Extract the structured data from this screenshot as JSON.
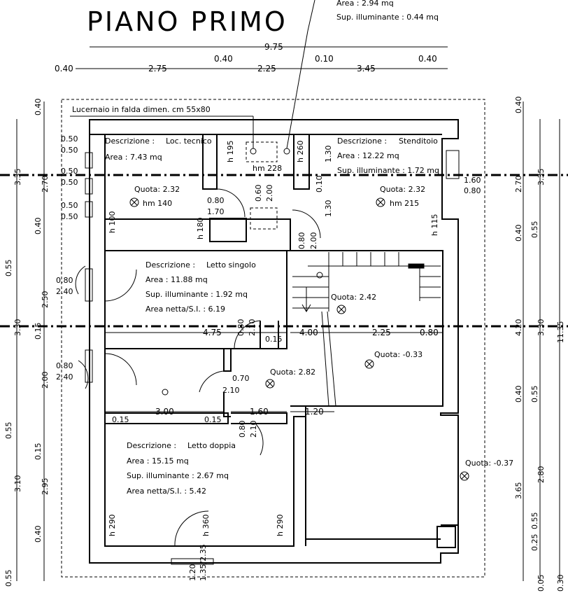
{
  "title": "PIANO PRIMO",
  "top_note": {
    "area": "Area : 2.94 mq",
    "sup": "Sup. illuminante : 0.44 mq"
  },
  "skylight_note": "Lucernaio in falda dimen. cm 55x80",
  "top_dims": {
    "overall": "9.75",
    "d1": "0.40",
    "d2": "2.75",
    "d3": "0.40",
    "d4": "2.25",
    "d5": "0.10",
    "d6": "3.45",
    "d7": "0.40"
  },
  "rooms": {
    "tecnico": {
      "desc_label": "Descrizione :",
      "desc_value": "Loc. tecnico",
      "area": "Area : 7.43 mq",
      "quota": "Quota: 2.32",
      "hm": "hm 140"
    },
    "stenditoio": {
      "desc_label": "Descrizione :",
      "desc_value": "Stenditoio",
      "area": "Area : 12.22 mq",
      "sup": "Sup. illuminante : 1.72 mq",
      "quota": "Quota: 2.32",
      "hm": "hm 215"
    },
    "letto_singolo": {
      "desc_label": "Descrizione :",
      "desc_value": "Letto singolo",
      "area": "Area : 11.88 mq",
      "sup": "Sup. illuminante : 1.92 mq",
      "netta": "Area netta/S.I. : 6.19"
    },
    "letto_doppia": {
      "desc_label": "Descrizione :",
      "desc_value": "Letto doppia",
      "area": "Area : 15.15 mq",
      "sup": "Sup. illuminante : 2.67 mq",
      "netta": "Area netta/S.I. : 5.42"
    }
  },
  "quotes": {
    "q_stair": "Quota: 2.42",
    "q_hall": "Quota: 2.82",
    "q_terrace": "Quota: -0.33",
    "q_outside": "Quota: -0.37"
  },
  "heights": {
    "h195": "h 195",
    "h260": "h 260",
    "hm228": "hm 228",
    "h100": "h 100",
    "h180": "h 180",
    "h115": "h 115",
    "h290a": "h 290",
    "h360": "h 360",
    "h290b": "h 290"
  },
  "inner_dims": {
    "d050a": "0.50",
    "d050b": "0.50",
    "d050c": "0.50",
    "d050d": "0.50",
    "d050e": "0.50",
    "d050f": "0.50",
    "d130": "1.30",
    "d010": "0.10",
    "d130b": "1.30",
    "d060": "0.60",
    "d200a": "2.00",
    "d080a": "0.80",
    "d170": "1.70",
    "d080b": "0.80",
    "d200b": "2.00",
    "d160": "1.60",
    "d080c": "0.80",
    "d080d": "0.80",
    "d240a": "2.40",
    "d080e": "0.80",
    "d240b": "2.40",
    "d475": "4.75",
    "d400": "4.00",
    "d225": "2.25",
    "d080f": "0.80",
    "d080g": "0.80",
    "d210a": "2.10",
    "d015a": "0.15",
    "d070": "0.70",
    "d210b": "2.10",
    "d300": "3.00",
    "d015b": "0.15",
    "d015c": "0.15",
    "d160b": "1.60",
    "d120": "1.20",
    "d080h": "0.80",
    "d210c": "2.10",
    "d120b": "1.20",
    "d135": "1.35/2.35"
  },
  "left_dims": {
    "l1": "0.40",
    "l2": "3.35",
    "l3": "2.70",
    "l4": "0.40",
    "l5": "0.55",
    "l6": "2.50",
    "l7": "3.30",
    "l8": "0.15",
    "l9": "2.00",
    "l10": "0.55",
    "l11": "0.15",
    "l12": "3.10",
    "l13": "2.95",
    "l14": "0.40",
    "l15": "0.55"
  },
  "right_dims": {
    "r1": "0.40",
    "r2": "2.70",
    "r3": "3.35",
    "r4": "0.40",
    "r5": "0.55",
    "r6": "4.20",
    "r7": "3.30",
    "r8": "11.35",
    "r9": "0.40",
    "r10": "0.55",
    "r11": "3.65",
    "r12": "2.80",
    "r13": "0.25",
    "r14": "0.55",
    "r15": "0.05",
    "r16": "0.30"
  }
}
